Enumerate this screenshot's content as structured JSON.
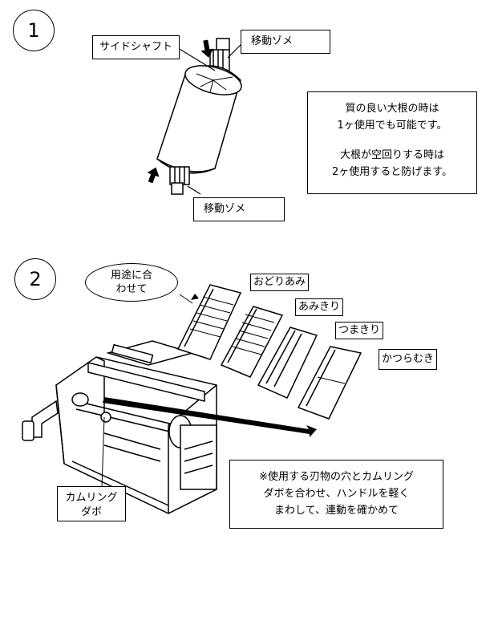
{
  "step1": {
    "number": "1",
    "label_side_shaft": "サイドシャフト",
    "label_moving_dowel_top": "移動ゾメ",
    "label_moving_dowel_bottom": "移動ゾメ",
    "note_lines": [
      "質の良い大根の時は",
      "1ヶ使用でも可能です。",
      "",
      "大根が空回りする時は",
      "2ヶ使用すると防げます。"
    ]
  },
  "step2": {
    "number": "2",
    "bubble_lines": [
      "用途に合",
      "わせて"
    ],
    "blade_labels": [
      "おどりあみ",
      "あみきり",
      "つまきり",
      "かつらむき"
    ],
    "cam_label_lines": [
      "カムリング",
      "ダボ"
    ],
    "note_lines": [
      "※使用する刃物の穴とカムリング",
      "ダボを合わせ、ハンドルを軽く",
      "まわして、連動を確かめて"
    ]
  }
}
